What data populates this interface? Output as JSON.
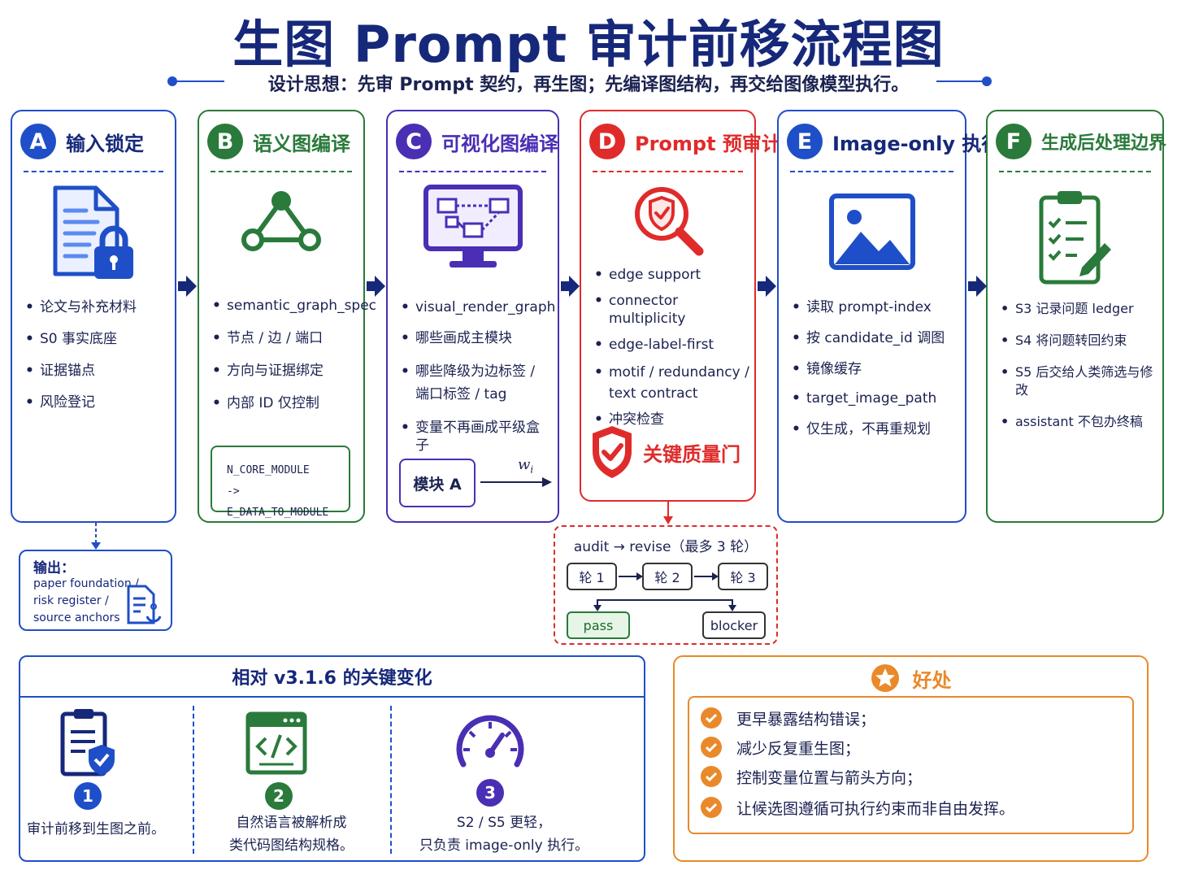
{
  "title": "生图 Prompt 审计前移流程图",
  "subtitle": "设计思想：先审 Prompt 契约，再生图；先编译图结构，再交给图像模型执行。",
  "colors": {
    "blue": "#1f4fc8",
    "green": "#2a7a3b",
    "purple": "#4a2fb4",
    "red": "#e02b2b",
    "navy": "#16287a",
    "orange": "#e9892a"
  },
  "steps": [
    {
      "letter": "A",
      "title": "输入锁定",
      "icon": "document-lock-icon",
      "items": [
        "论文与补充材料",
        "S0 事实底座",
        "证据锚点",
        "风险登记"
      ]
    },
    {
      "letter": "B",
      "title": "语义图编译",
      "icon": "graph-triangle-icon",
      "items": [
        "semantic_graph_spec",
        "节点 / 边 / 端口",
        "方向与证据绑定",
        "内部 ID 仅控制"
      ],
      "code_lines": [
        "N_CORE_MODULE",
        "-> E_DATA_TO_MODULE"
      ]
    },
    {
      "letter": "C",
      "title": "可视化图编译",
      "icon": "monitor-diagram-icon",
      "items": [
        "visual_render_graph",
        "哪些画成主模块",
        "哪些降级为边标签 / 端口标签 / tag",
        "变量不再画成平级盒子"
      ],
      "module_label": "模块 A",
      "weight_label": "w",
      "weight_sub": "i"
    },
    {
      "letter": "D",
      "title": "Prompt 预审计",
      "icon": "shield-magnifier-icon",
      "items": [
        "edge support",
        "connector multiplicity",
        "edge-label-first",
        "motif / redundancy / text contract",
        "冲突检查"
      ],
      "gate_label": "关键质量门",
      "gate_icon": "shield-check-icon"
    },
    {
      "letter": "E",
      "title": "Image-only 执行",
      "icon": "image-icon",
      "items": [
        "读取 prompt-index",
        "按 candidate_id 调图",
        "镜像缓存",
        "target_image_path",
        "仅生成，不再重规划"
      ]
    },
    {
      "letter": "F",
      "title": "生成后处理边界",
      "icon": "clipboard-checklist-icon",
      "items": [
        "S3 记录问题 ledger",
        "S4 将问题转回约束",
        "S5 后交给人类筛选与修改",
        "assistant 不包办终稿"
      ]
    }
  ],
  "output": {
    "heading": "输出：",
    "lines": [
      "paper foundation /",
      "risk register /",
      "source anchors"
    ],
    "icon": "document-anchor-icon"
  },
  "audit": {
    "title": "audit → revise（最多 3 轮）",
    "rounds": [
      "轮 1",
      "轮 2",
      "轮 3"
    ],
    "pass": "pass",
    "blocker": "blocker"
  },
  "changes": {
    "title": "相对 v3.1.6 的关键变化",
    "items": [
      {
        "num": "1",
        "icon": "clipboard-shield-icon",
        "lines": [
          "审计前移到生图之前。"
        ]
      },
      {
        "num": "2",
        "icon": "code-window-icon",
        "lines": [
          "自然语言被解析成",
          "类代码图结构规格。"
        ]
      },
      {
        "num": "3",
        "icon": "gauge-icon",
        "lines": [
          "S2 / S5 更轻，",
          "只负责 image-only 执行。"
        ]
      }
    ]
  },
  "benefits": {
    "title": "好处",
    "icon": "star-icon",
    "items": [
      "更早暴露结构错误；",
      "减少反复重生图；",
      "控制变量位置与箭头方向；",
      "让候选图遵循可执行约束而非自由发挥。"
    ]
  }
}
